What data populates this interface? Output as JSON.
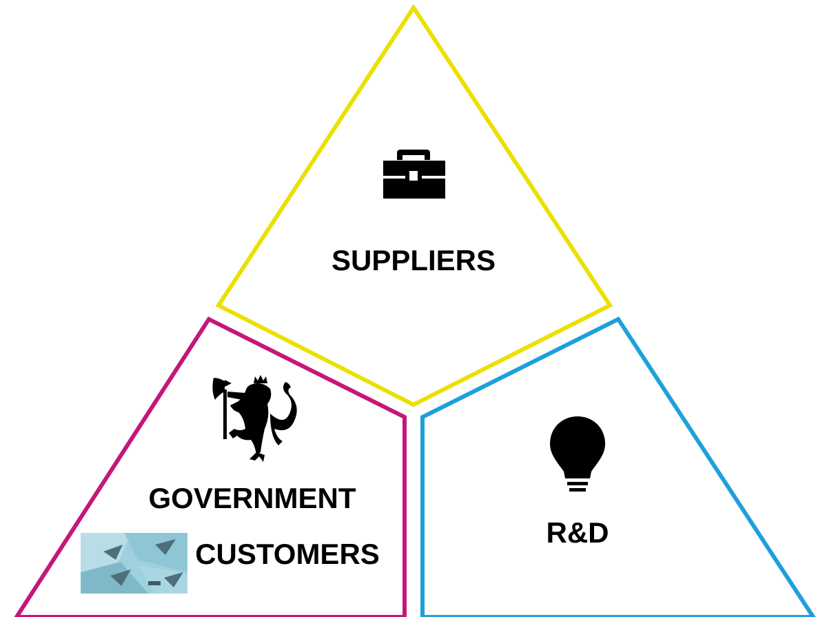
{
  "segments": {
    "suppliers": {
      "label": "SUPPLIERS",
      "icon": "toolbox-icon",
      "color": "#ebe000"
    },
    "government": {
      "label": "GOVERNMENT",
      "icon": "lion-coat-of-arms-icon",
      "color": "#c4177b"
    },
    "customers": {
      "label": "CUSTOMERS",
      "icon": "banknotes-icon"
    },
    "rnd": {
      "label": "R&D",
      "icon": "lightbulb-icon",
      "color": "#1ea0db"
    }
  }
}
